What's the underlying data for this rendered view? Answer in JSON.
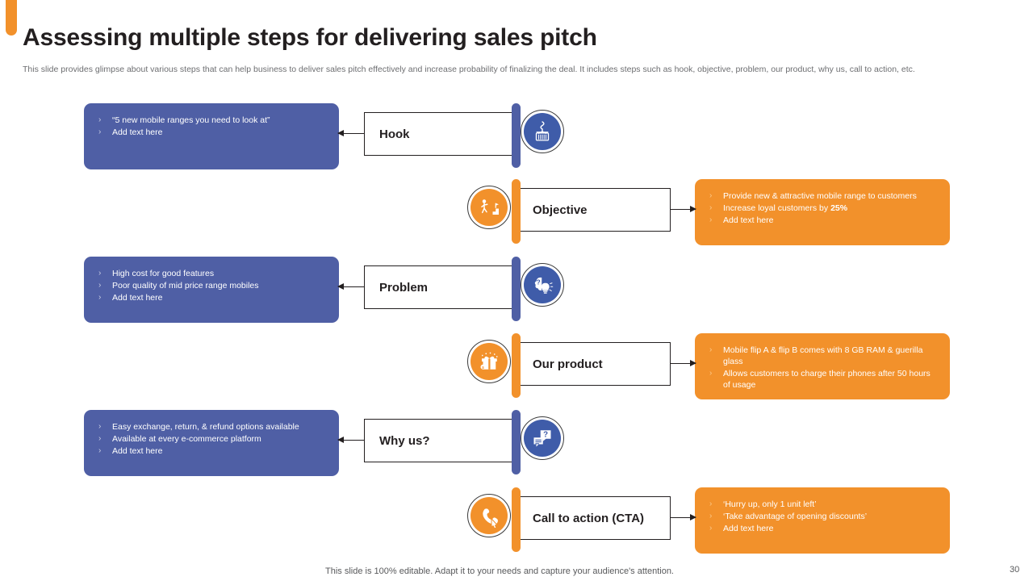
{
  "header": {
    "title": "Assessing multiple steps for delivering sales pitch",
    "subtitle": "This slide provides glimpse about various steps that can help business to deliver sales pitch effectively  and increase probability of finalizing the deal. It includes steps such as hook, objective, problem, our product, why us, call to action, etc.",
    "accent_color": "#f2912b"
  },
  "colors": {
    "blue": "#4f5fa5",
    "orange": "#f2912b",
    "icon_blue": "#3f5ca9",
    "text_dark": "#231f20",
    "text_grey": "#6d6e71"
  },
  "steps": [
    {
      "label": "Hook",
      "theme": "blue",
      "side": "left",
      "icon": "fishing-hook-basket-icon",
      "bullets": [
        "“5 new mobile ranges you need to look at”",
        "Add text here"
      ]
    },
    {
      "label": "Objective",
      "theme": "orange",
      "side": "right",
      "icon": "person-climbing-stairs-goal-icon",
      "bullets": [
        "Provide new &  attractive  mobile range to customers",
        "Increase loyal customers by <b>25%</b>",
        "Add text here"
      ]
    },
    {
      "label": "Problem",
      "theme": "blue",
      "side": "left",
      "icon": "brain-lightbulb-question-icon",
      "bullets": [
        "High cost for  good features",
        "Poor quality of mid price range mobiles",
        "Add text here"
      ]
    },
    {
      "label": "Our product",
      "theme": "orange",
      "side": "right",
      "icon": "gift-box-icon",
      "bullets": [
        "Mobile flip A  & flip B comes with 8 GB RAM  & guerilla glass",
        "Allows customers to charge their phones after 50 hours of usage"
      ]
    },
    {
      "label": "Why us?",
      "theme": "blue",
      "side": "left",
      "icon": "speech-bubbles-question-icon",
      "bullets": [
        "Easy exchange, return, & refund options available",
        "Available at every  e-commerce platform",
        "Add text here"
      ]
    },
    {
      "label": "Call to action (CTA)",
      "theme": "orange",
      "side": "right",
      "icon": "phone-click-icon",
      "bullets": [
        "‘Hurry up, only  1 unit left’",
        "‘Take advantage of opening discounts’",
        "Add text here"
      ]
    }
  ],
  "footer": {
    "note": "This slide is 100% editable. Adapt it to your needs and capture your audience's attention.",
    "page_number": "30"
  }
}
